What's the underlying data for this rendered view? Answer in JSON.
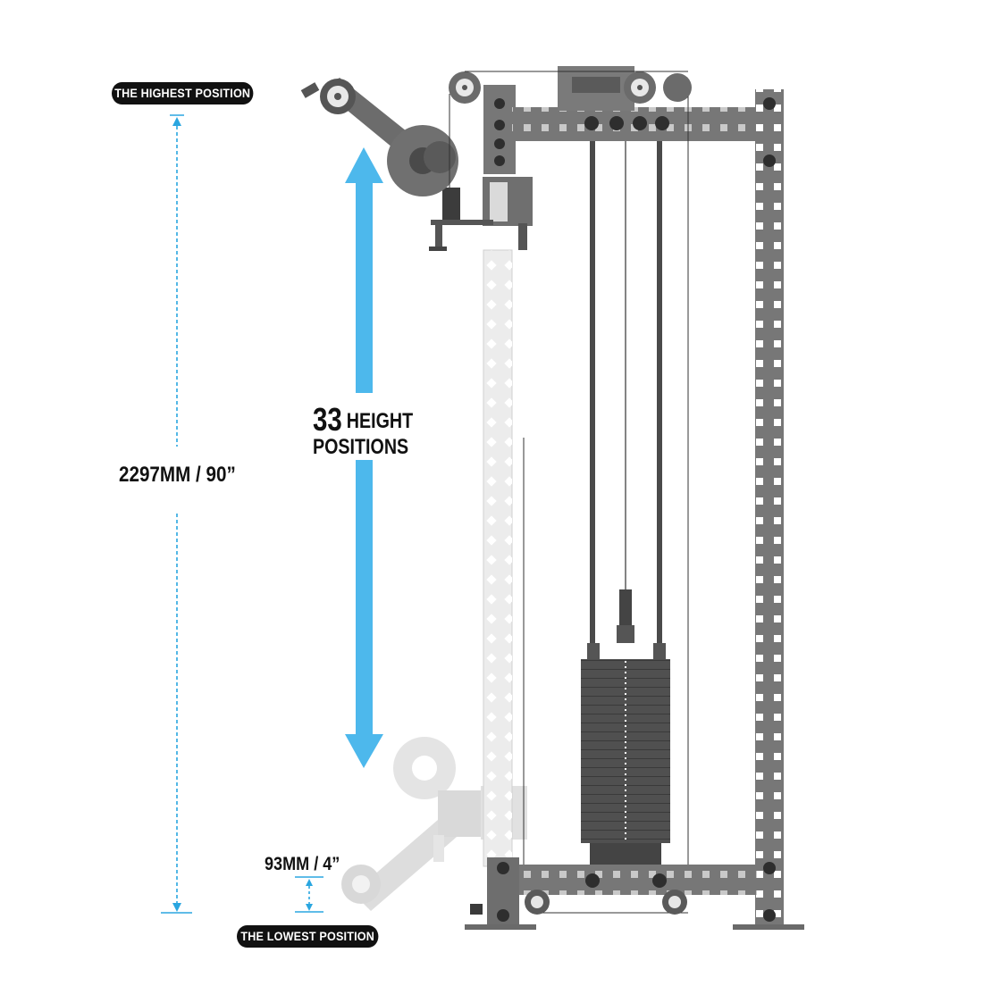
{
  "labels": {
    "highest": "THE HIGHEST POSITION",
    "lowest": "THE LOWEST POSITION",
    "total_height": "2297MM / 90”",
    "lowest_offset": "93MM / 4”",
    "positions_count": "33",
    "positions_word1": "HEIGHT",
    "positions_word2": "POSITIONS"
  },
  "colors": {
    "accent_blue": "#4db8ec",
    "dim_blue": "#2aa6e0",
    "frame_gray": "#767676",
    "frame_dark": "#4f4f4f",
    "ghost_gray": "#e6e6e6",
    "pill_black": "#111111"
  },
  "icons": {
    "arrow": "double-headed-vertical-arrow",
    "dimension": "dotted-dimension-line"
  }
}
